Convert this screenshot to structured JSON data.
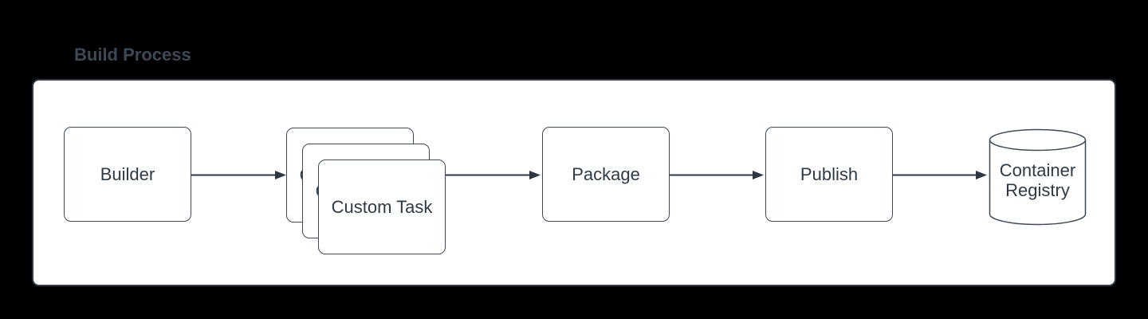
{
  "diagram": {
    "title": "Build Process",
    "nodes": [
      {
        "id": "builder",
        "label": "Builder",
        "shape": "rounded-rectangle"
      },
      {
        "id": "custom-task",
        "label": "Custom Task",
        "shape": "stacked-rounded-rectangles",
        "instances": 3
      },
      {
        "id": "package",
        "label": "Package",
        "shape": "rounded-rectangle"
      },
      {
        "id": "publish",
        "label": "Publish",
        "shape": "rounded-rectangle"
      },
      {
        "id": "container-registry",
        "label": "Container Registry",
        "shape": "cylinder"
      }
    ],
    "edges": [
      {
        "from": "Builder",
        "to": "Custom Task"
      },
      {
        "from": "Custom Task",
        "to": "Package"
      },
      {
        "from": "Package",
        "to": "Publish"
      },
      {
        "from": "Publish",
        "to": "Container Registry"
      }
    ],
    "colors": {
      "background": "#000000",
      "panel_fill": "#ffffff",
      "shape_stroke": "#3e4a57",
      "panel_stroke": "#333d4b",
      "arrow": "#2c3846",
      "label_text": "#2d3a47",
      "title_text": "#3e4956"
    }
  }
}
